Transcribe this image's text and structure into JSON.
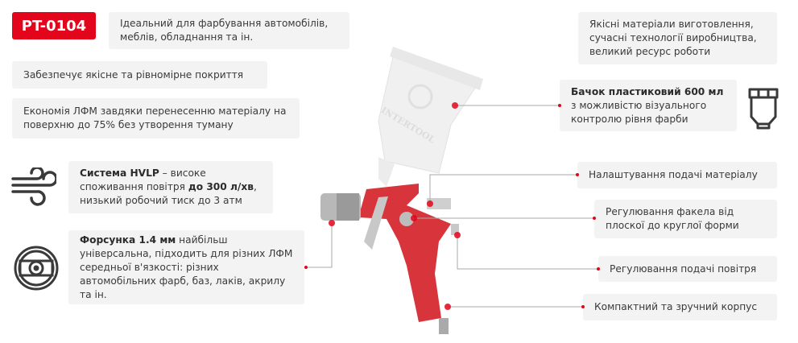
{
  "model": "PT-0104",
  "left": {
    "use": "Ідеальний для фарбування автомобілів, меблів, обладнання та ін.",
    "coating": "Забезпечує якісне та рівномірне покриття",
    "economy": "Економія ЛФМ завдяки перенесенню матеріалу на поверхню до 75% без утворення туману",
    "hvlp": {
      "bold1": "Система HVLP",
      "t1": " – високе споживання повітря ",
      "bold2": "до 300 л/хв",
      "t2": ", низький робочий тиск до 3 атм"
    },
    "nozzle": {
      "bold": "Форсунка 1.4 мм",
      "text": " найбільш універсальна, підходить для різних ЛФМ середньої в'язкості: різних автомобільних фарб, баз, лаків, акрилу та ін."
    }
  },
  "right": {
    "materials": "Якісні матеріали виготовлення, сучасні технології виробництва, великий ресурс роботи",
    "cup": {
      "bold": "Бачок пластиковий 600 мл",
      "text": "з можливістю візуального контролю рівня фарби"
    },
    "material_feed": "Налаштування подачі матеріалу",
    "fan": "Регулювання факела від плоскої до круглої форми",
    "air": "Регулювання подачі повітря",
    "body": "Компактний та зручний корпус"
  },
  "product_logo_text": "INTERTOOL",
  "colors": {
    "accent": "#e3051b",
    "box": "#f3f3f3",
    "text": "#3a3a3a"
  },
  "icons": [
    "wind-icon",
    "nozzle-icon",
    "paint-cup-icon"
  ]
}
